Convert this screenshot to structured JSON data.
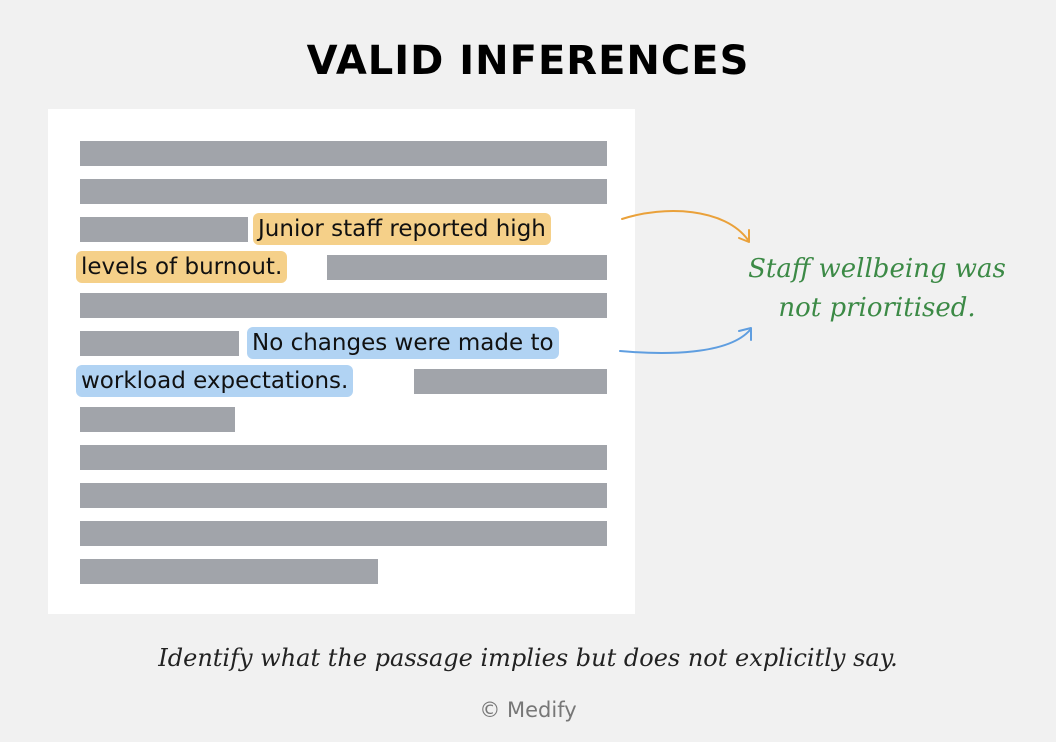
{
  "title": "VALID INFERENCES",
  "passage": {
    "highlight_1_line_1": "Junior staff reported high",
    "highlight_1_line_2": "levels of burnout.",
    "highlight_2_line_1": "No changes were made to",
    "highlight_2_line_2": "workload expectations."
  },
  "conclusion": {
    "line_1": "Staff wellbeing was",
    "line_2": "not prioritised."
  },
  "caption": "Identify what the passage implies but does not explicitly say.",
  "credit": "© Medify",
  "colors": {
    "highlight_orange": "#f5d089",
    "highlight_blue": "#b1d3f3",
    "arrow_orange": "#eaa13a",
    "arrow_blue": "#5f9ee0",
    "conclusion_green": "#3c8a46",
    "text_bar_gray": "#a1a4aa"
  }
}
